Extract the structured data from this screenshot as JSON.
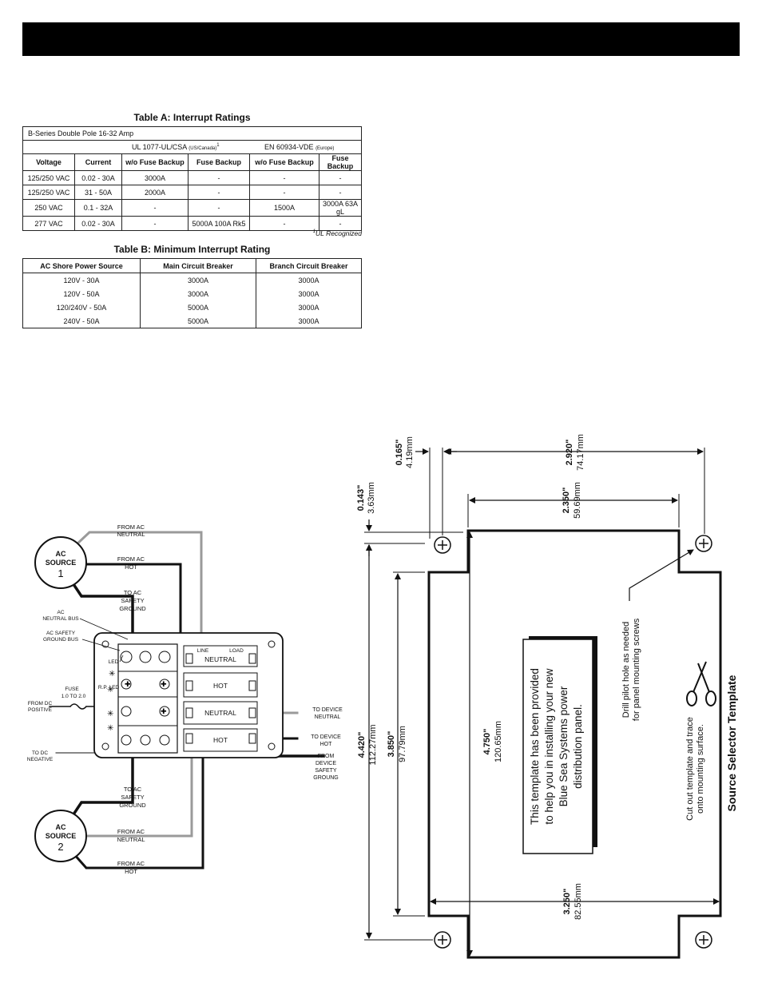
{
  "tableA": {
    "caption": "Table A: Interrupt Ratings",
    "title": "B-Series Double Pole 16-32 Amp",
    "std_ul": "UL 1077-UL/CSA",
    "std_ul_sub": "(US/Canada)",
    "std_ul_sup": "1",
    "std_en": "EN 60934-VDE",
    "std_en_sub": "(Europe)",
    "headers": [
      "Voltage",
      "Current",
      "w/o Fuse Backup",
      "Fuse Backup",
      "w/o Fuse Backup",
      "Fuse Backup"
    ],
    "rows": [
      [
        "125/250 VAC",
        "0.02 - 30A",
        "3000A",
        "-",
        "-",
        "-"
      ],
      [
        "125/250 VAC",
        "31 - 50A",
        "2000A",
        "-",
        "-",
        "-"
      ],
      [
        "250 VAC",
        "0.1 - 32A",
        "-",
        "-",
        "1500A",
        "3000A 63A gL"
      ],
      [
        "277 VAC",
        "0.02 - 30A",
        "-",
        "5000A 100A Rk5",
        "-",
        "-"
      ]
    ],
    "footnote_sup": "1",
    "footnote": "UL Recognized"
  },
  "tableB": {
    "caption": "Table B: Minimum Interrupt Rating",
    "headers": [
      "AC Shore Power Source",
      "Main Circuit Breaker",
      "Branch Circuit Breaker"
    ],
    "rows": [
      [
        "120V - 30A",
        "3000A",
        "3000A"
      ],
      [
        "120V -  50A",
        "3000A",
        "3000A"
      ],
      [
        "120/240V - 50A",
        "5000A",
        "3000A"
      ],
      [
        "240V - 50A",
        "5000A",
        "3000A"
      ]
    ]
  },
  "wiring": {
    "source1_a": "AC",
    "source1_b": "SOURCE",
    "source1_n": "1",
    "source2_a": "AC",
    "source2_b": "SOURCE",
    "source2_n": "2",
    "from_ac_neutral_1a": "FROM AC",
    "from_ac_neutral_1b": "NEUTRAL",
    "from_ac_hot_1a": "FROM AC",
    "from_ac_hot_1b": "HOT",
    "to_ac_ground_1a": "TO AC",
    "to_ac_ground_1b": "SAFETY",
    "to_ac_ground_1c": "GROUND",
    "ac_neutral_bus_a": "AC",
    "ac_neutral_bus_b": "NEUTRAL BUS",
    "ac_ground_bus_a": "AC SAFETY",
    "ac_ground_bus_b": "GROUND BUS",
    "led": "LED",
    "rp_led": "R.P. LED",
    "fuse_a": "FUSE",
    "fuse_b": "1.0 TO 2.0",
    "from_dc_a": "FROM DC",
    "from_dc_b": "POSITIVE",
    "to_dc_a": "TO DC",
    "to_dc_b": "NEGATIVE",
    "line": "LINE",
    "load": "LOAD",
    "neutral_1": "NEUTRAL",
    "hot_1": "HOT",
    "neutral_2": "NEUTRAL",
    "hot_2": "HOT",
    "to_dev_neutral_a": "TO DEVICE",
    "to_dev_neutral_b": "NEUTRAL",
    "to_dev_hot_a": "TO DEVICE",
    "to_dev_hot_b": "HOT",
    "from_dev_ground_a": "FROM",
    "from_dev_ground_b": "DEVICE",
    "from_dev_ground_c": "SAFETY",
    "from_dev_ground_d": "GROUNG",
    "to_ac_ground_2a": "TO AC",
    "to_ac_ground_2b": "SAFETY",
    "to_ac_ground_2c": "GROUND",
    "from_ac_neutral_2a": "FROM AC",
    "from_ac_neutral_2b": "NEUTRAL",
    "from_ac_hot_2a": "FROM AC",
    "from_ac_hot_2b": "HOT"
  },
  "template": {
    "dim_0165_in": "0.165\"",
    "dim_0165_mm": "4.19mm",
    "dim_2920_in": "2.920\"",
    "dim_2920_mm": "74.17mm",
    "dim_0143_in": "0.143\"",
    "dim_0143_mm": "3.63mm",
    "dim_2350_in": "2.350\"",
    "dim_2350_mm": "59.69mm",
    "dim_4420_in": "4.420\"",
    "dim_4420_mm": "112.27mm",
    "dim_3850_in": "3.850\"",
    "dim_3850_mm": "97.79mm",
    "dim_4750_in": "4.750\"",
    "dim_4750_mm": "120.65mm",
    "dim_3250_in": "3.250\"",
    "dim_3250_mm": "82.55mm",
    "note_line1": "This template has been provided",
    "note_line2": "to help you in installing your new",
    "note_line3": "Blue Sea Systems power",
    "note_line4": "distribution panel.",
    "drill_line1": "Drill pilot hole as needed",
    "drill_line2": "for panel mounting screws",
    "cut_line1": "Cut out template and trace",
    "cut_line2": "onto mounting surface.",
    "title": "Source Selector Template",
    "scissors_icon": "scissors-icon"
  }
}
